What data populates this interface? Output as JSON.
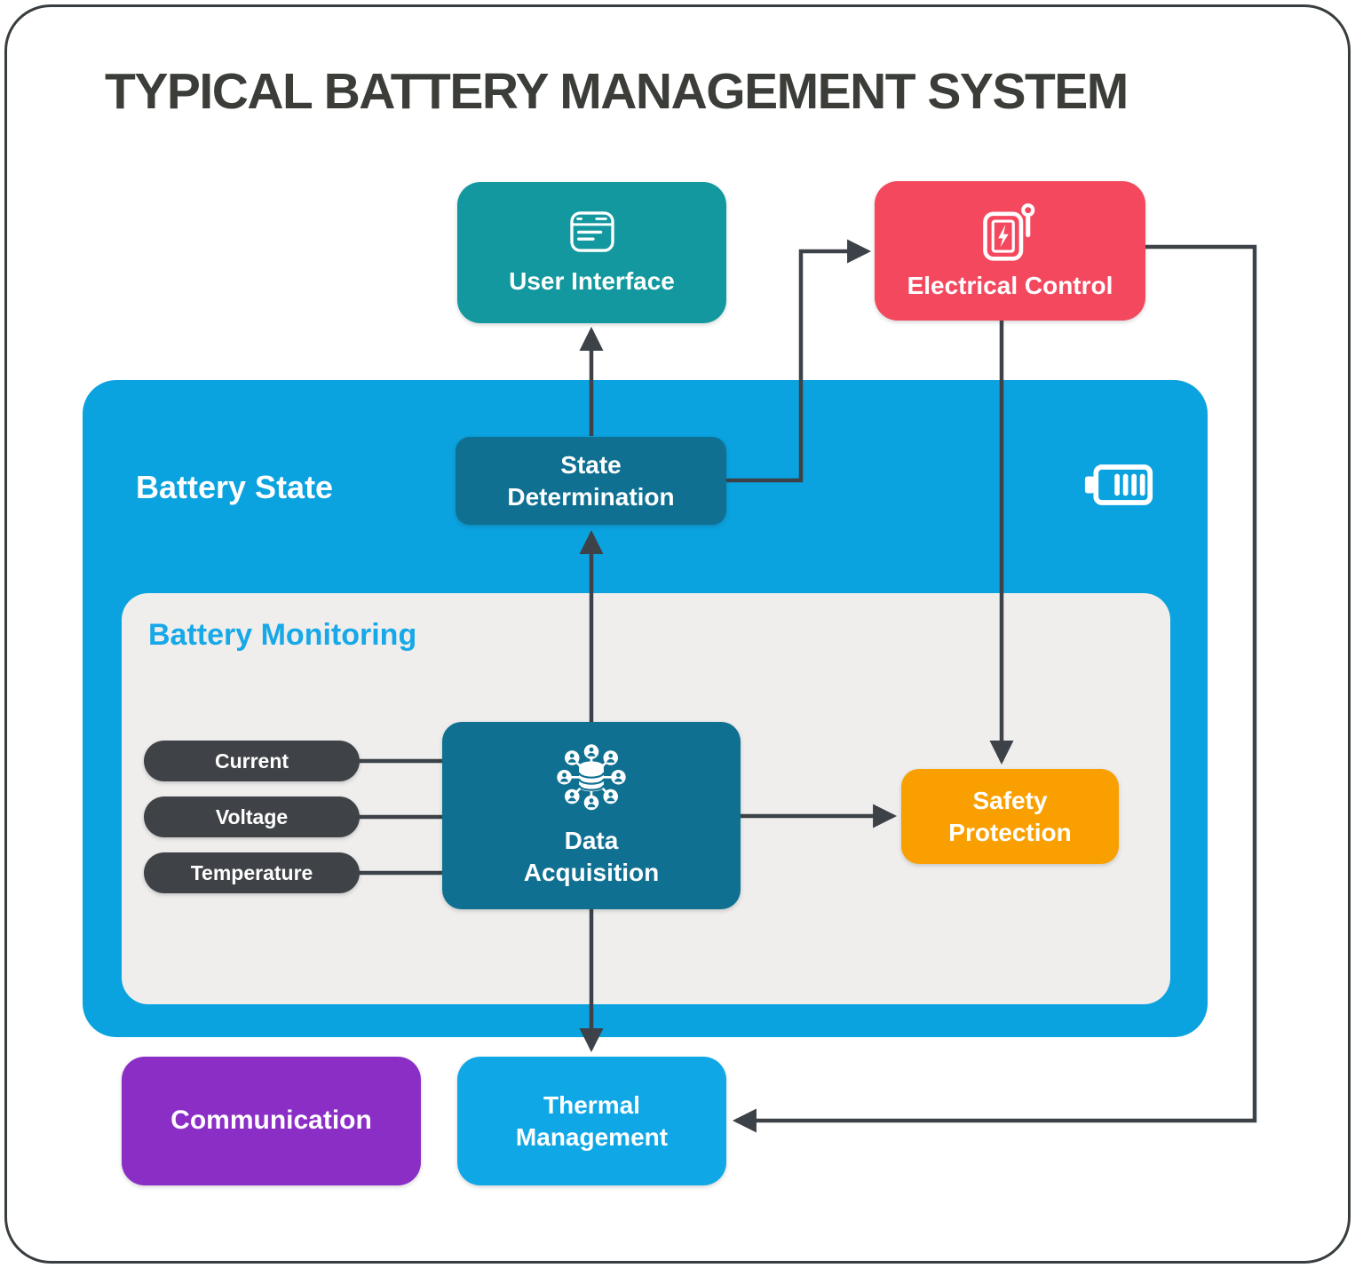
{
  "title": "TYPICAL BATTERY MANAGEMENT SYSTEM",
  "colors": {
    "page_border": "#383D40",
    "title_text": "#3B3E38",
    "teal": "#12989E",
    "red": "#F4485E",
    "panel_blue": "#0AA2DF",
    "dark_blue": "#0F7092",
    "panel_gray": "#EFEEEC",
    "pill_dark": "#3F4347",
    "orange": "#F9A000",
    "purple": "#8B2EC6",
    "light_blue": "#10A7E6",
    "monitoring_label_blue": "#16A8E8",
    "arrow": "#3C4247",
    "white": "#FFFFFF"
  },
  "nodes": {
    "user_interface": {
      "label": "User Interface"
    },
    "electrical_control": {
      "label": "Electrical Control"
    },
    "battery_state": {
      "label": "Battery State"
    },
    "state_determination": {
      "line1": "State",
      "line2": "Determination"
    },
    "battery_monitoring": {
      "label": "Battery Monitoring"
    },
    "sensors": [
      {
        "label": "Current"
      },
      {
        "label": "Voltage"
      },
      {
        "label": "Temperature"
      }
    ],
    "data_acquisition": {
      "line1": "Data",
      "line2": "Acquisition"
    },
    "safety_protection": {
      "line1": "Safety",
      "line2": "Protection"
    },
    "communication": {
      "label": "Communication"
    },
    "thermal_management": {
      "line1": "Thermal",
      "line2": "Management"
    }
  },
  "edges": [
    {
      "from": "state-determination",
      "to": "user-interface",
      "arrow": true
    },
    {
      "from": "data-acquisition",
      "to": "state-determination",
      "arrow": true
    },
    {
      "from": "state-determination",
      "to": "electrical-control",
      "arrow": true
    },
    {
      "from": "electrical-control",
      "to": "safety-protection",
      "arrow": true
    },
    {
      "from": "data-acquisition",
      "to": "safety-protection",
      "arrow": true
    },
    {
      "from": "data-acquisition",
      "to": "thermal-management",
      "arrow": true
    },
    {
      "from": "electrical-control",
      "to": "thermal-management",
      "arrow": true
    },
    {
      "from": "current",
      "to": "data-acquisition",
      "arrow": false
    },
    {
      "from": "voltage",
      "to": "data-acquisition",
      "arrow": false
    },
    {
      "from": "temperature",
      "to": "data-acquisition",
      "arrow": false
    }
  ]
}
